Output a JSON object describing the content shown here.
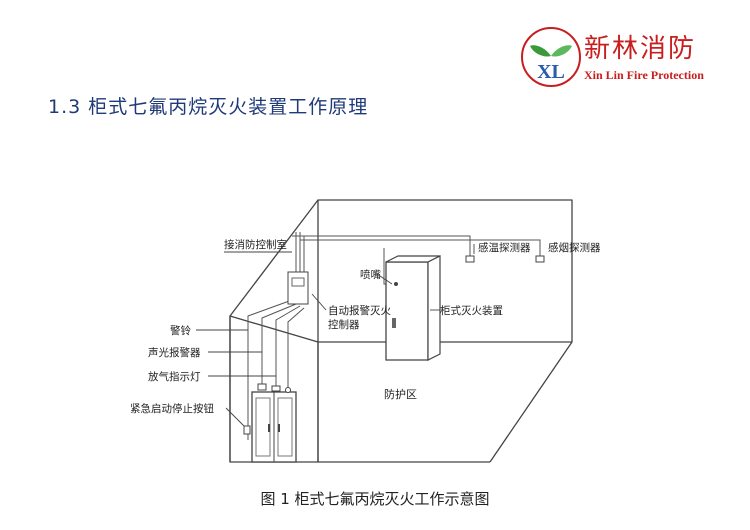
{
  "logo": {
    "monogram": "XL",
    "name_cn": "新林消防",
    "name_en": "Xin Lin Fire Protection",
    "colors": {
      "brand_red": "#c81e1e",
      "leaf_green": "#3a9a3a",
      "mark_blue": "#2a5cab"
    }
  },
  "heading": "1.3 柜式七氟丙烷灭火装置工作原理",
  "diagram": {
    "labels": {
      "control_room": "接消防控制室",
      "temp_detector": "感温探测器",
      "smoke_detector": "感烟探测器",
      "nozzle": "喷嘴",
      "alarm_controller_line1": "自动报警灭火",
      "alarm_controller_line2": "控制器",
      "cabinet_device": "柜式灭火装置",
      "bell": "警铃",
      "sound_light_alarm": "声光报警器",
      "release_indicator": "放气指示灯",
      "emergency_button": "紧急启动停止按钮",
      "protected_zone": "防护区"
    }
  },
  "caption": "图 1 柜式七氟丙烷灭火工作示意图"
}
